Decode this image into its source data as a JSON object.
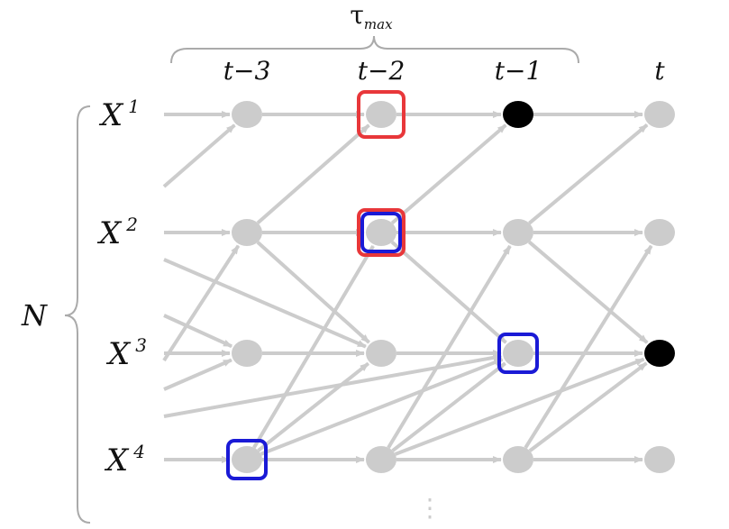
{
  "tau": {
    "symbol": "τ",
    "subscript": "max"
  },
  "n_label": "N",
  "time_labels": [
    "t−3",
    "t−2",
    "t−1",
    "t"
  ],
  "variables": [
    {
      "base": "X",
      "sup": "1"
    },
    {
      "base": "X",
      "sup": "2"
    },
    {
      "base": "X",
      "sup": "3"
    },
    {
      "base": "X",
      "sup": "4"
    }
  ],
  "ellipsis": "⋮",
  "colors": {
    "node": "#cccccc",
    "edge": "#cccccc",
    "target": "#000000",
    "parent_box": "#e8373a",
    "condition_box": "#1a1ad6",
    "brace": "#aaaaaa",
    "text": "#111111"
  },
  "nodes": [
    {
      "var": 1,
      "time": "t-3"
    },
    {
      "var": 1,
      "time": "t-2"
    },
    {
      "var": 1,
      "time": "t-1",
      "role": "target"
    },
    {
      "var": 1,
      "time": "t"
    },
    {
      "var": 2,
      "time": "t-3"
    },
    {
      "var": 2,
      "time": "t-2"
    },
    {
      "var": 2,
      "time": "t-1"
    },
    {
      "var": 2,
      "time": "t"
    },
    {
      "var": 3,
      "time": "t-3"
    },
    {
      "var": 3,
      "time": "t-2"
    },
    {
      "var": 3,
      "time": "t-1"
    },
    {
      "var": 3,
      "time": "t",
      "role": "target"
    },
    {
      "var": 4,
      "time": "t-3"
    },
    {
      "var": 4,
      "time": "t-2"
    },
    {
      "var": 4,
      "time": "t-1"
    },
    {
      "var": 4,
      "time": "t"
    }
  ],
  "highlights": [
    {
      "var": 1,
      "time": "t-2",
      "kind": "parent"
    },
    {
      "var": 2,
      "time": "t-2",
      "kind": "parent"
    },
    {
      "var": 2,
      "time": "t-2",
      "kind": "condition"
    },
    {
      "var": 3,
      "time": "t-1",
      "kind": "condition"
    },
    {
      "var": 4,
      "time": "t-3",
      "kind": "condition"
    }
  ]
}
